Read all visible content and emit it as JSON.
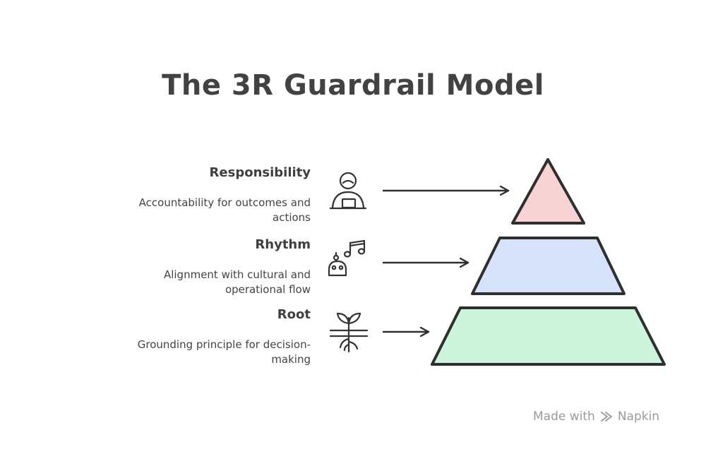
{
  "title": "The 3R Guardrail Model",
  "levels": [
    {
      "name": "Responsibility",
      "description_lines": [
        "Accountability for outcomes and",
        "actions"
      ],
      "icon": "person-at-desk-icon",
      "fill": "#f8d3d3"
    },
    {
      "name": "Rhythm",
      "description_lines": [
        "Alignment with cultural and",
        "operational flow"
      ],
      "icon": "music-notes-icon",
      "fill": "#d6e3fb"
    },
    {
      "name": "Root",
      "description_lines": [
        "Grounding principle for decision-",
        "making"
      ],
      "icon": "sprouting-plant-icon",
      "fill": "#cdf4dc"
    }
  ],
  "footer": {
    "made_with": "Made with",
    "brand": "Napkin"
  },
  "colors": {
    "stroke": "#2f2f2f",
    "text": "#3a3a3a"
  }
}
